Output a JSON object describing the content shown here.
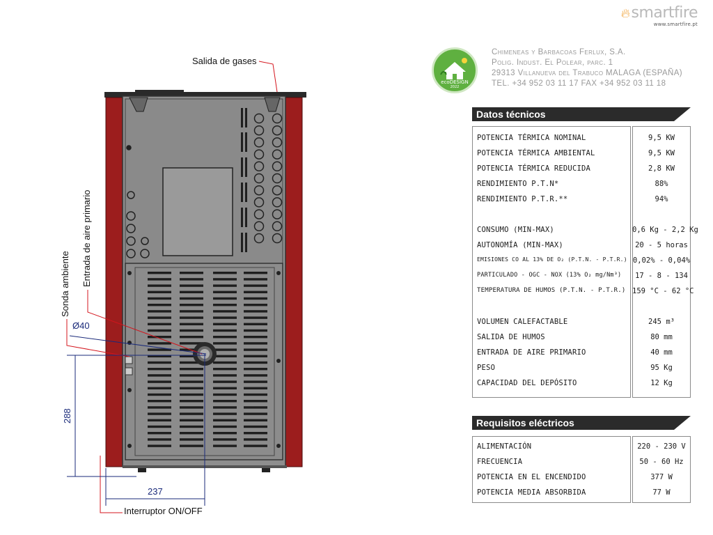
{
  "brand": {
    "name": "smartfire",
    "url": "www.smartfire.pt"
  },
  "company": {
    "lines": [
      "Chimeneas y Barbacoas Ferlux, S.A.",
      "Polig. Indust. El Polear, parc. 1",
      "29313 Villanueva del Trabuco  MALAGA (ESPAÑA)",
      "TEL. +34 952 03 11 17   FAX +34 952 03 11 18"
    ]
  },
  "ecodesign": {
    "label": "ecoDESIGN",
    "year": "2022"
  },
  "diagram": {
    "labels": {
      "gases": "Salida de gases",
      "primary_air": "Entrada de aire primario",
      "ambient_probe": "Sonda ambiente",
      "switch": "Interruptor ON/OFF",
      "diameter": "Ø40",
      "height": "288",
      "width": "237"
    }
  },
  "tech": {
    "title": "Datos técnicos",
    "rows": [
      {
        "label": "POTENCIA TÉRMICA NOMINAL",
        "value": "9,5 KW"
      },
      {
        "label": "POTENCIA TÉRMICA AMBIENTAL",
        "value": "9,5 KW"
      },
      {
        "label": "POTENCIA TÉRMICA REDUCIDA",
        "value": "2,8 KW"
      },
      {
        "label": "RENDIMIENTO P.T.N*",
        "value": "88%"
      },
      {
        "label": "RENDIMIENTO P.T.R.**",
        "value": "94%"
      },
      {
        "label": "CONSUMO (MIN-MAX)",
        "value": "0,6 Kg - 2,2 Kg"
      },
      {
        "label": "AUTONOMÍA (MIN-MAX)",
        "value": "20 - 5 horas"
      },
      {
        "label": "EMISIONES CO AL 13% DE O₂ (P.T.N. - P.T.R.)",
        "value": "0,02% - 0,04%"
      },
      {
        "label": "PARTICULADO - OGC - NOX (13% O₂ mg/Nm³)",
        "value": "17 - 8 - 134"
      },
      {
        "label": "TEMPERATURA DE HUMOS (P.T.N. - P.T.R.)",
        "value": "159 °C - 62 °C"
      },
      {
        "label": "VOLUMEN CALEFACTABLE",
        "value": "245 m³"
      },
      {
        "label": "SALIDA DE HUMOS",
        "value": "80 mm"
      },
      {
        "label": "ENTRADA DE AIRE PRIMARIO",
        "value": "40 mm"
      },
      {
        "label": "PESO",
        "value": "95 Kg"
      },
      {
        "label": "CAPACIDAD DEL DEPÓSITO",
        "value": "12 Kg"
      }
    ]
  },
  "elec": {
    "title": "Requisitos eléctricos",
    "rows": [
      {
        "label": "ALIMENTACIÓN",
        "value": "220 - 230 V"
      },
      {
        "label": "FRECUENCIA",
        "value": "50 - 60 Hz"
      },
      {
        "label": "POTENCIA EN EL ENCENDIDO",
        "value": "377 W"
      },
      {
        "label": "POTENCIA MEDIA ABSORBIDA",
        "value": "77 W"
      }
    ]
  },
  "colors": {
    "frame": "#9c1d1d",
    "panel": "#8d8d8d",
    "header": "#2b2b2b",
    "dimension": "#1a2a7a",
    "leader": "#d4141c"
  }
}
